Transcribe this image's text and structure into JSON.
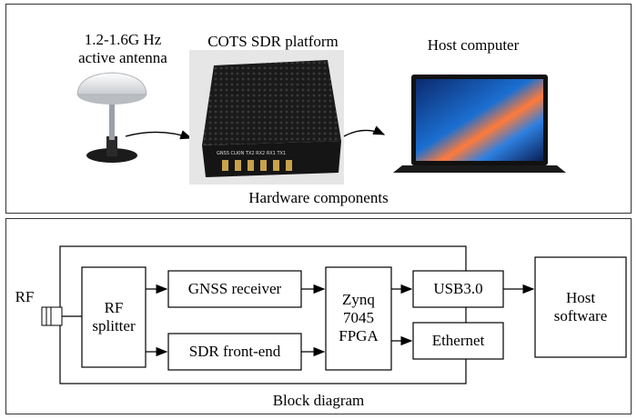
{
  "hardware": {
    "antenna_label": "1.2-1.6G Hz\nactive antenna",
    "sdr_label": "COTS SDR platform",
    "host_label": "Host computer",
    "caption": "Hardware components",
    "sdr_port_labels": "GNSS CLKIN TX2 RX2 RX1 TX1"
  },
  "block": {
    "rf_label": "RF",
    "splitter": "RF\nsplitter",
    "gnss_receiver": "GNSS receiver",
    "sdr_frontend": "SDR front-end",
    "fpga": "Zynq\n7045\nFPGA",
    "usb": "USB3.0",
    "ethernet": "Ethernet",
    "host_software": "Host\nsoftware",
    "caption": "Block diagram"
  }
}
